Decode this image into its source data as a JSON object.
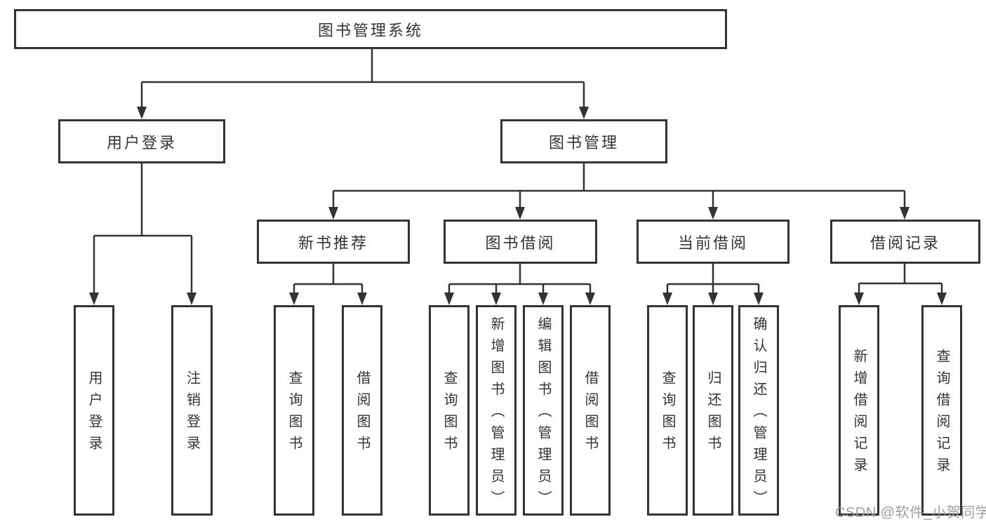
{
  "diagram_title": "图书管理系统",
  "watermark": "CSDN @软件_小贺同学",
  "colors": {
    "line": "#333333",
    "text": "#333333",
    "box_background": "#ffffff",
    "watermark_text": "#9f9f9f",
    "page_background": "#ffffff"
  },
  "tree": {
    "label": "图书管理系统",
    "children": [
      {
        "label": "用户登录",
        "children": [
          {
            "label": "用户登录"
          },
          {
            "label": "注销登录"
          }
        ]
      },
      {
        "label": "图书管理",
        "children": [
          {
            "label": "新书推荐",
            "children": [
              {
                "label": "查询图书"
              },
              {
                "label": "借阅图书"
              }
            ]
          },
          {
            "label": "图书借阅",
            "children": [
              {
                "label": "查询图书"
              },
              {
                "label": "新增图书（管理员）"
              },
              {
                "label": "编辑图书（管理员）"
              },
              {
                "label": "借阅图书"
              }
            ]
          },
          {
            "label": "当前借阅",
            "children": [
              {
                "label": "查询图书"
              },
              {
                "label": "归还图书"
              },
              {
                "label": "确认归还（管理员）"
              }
            ]
          },
          {
            "label": "借阅记录",
            "children": [
              {
                "label": "新增借阅记录"
              },
              {
                "label": "查询借阅记录"
              }
            ]
          }
        ]
      }
    ]
  }
}
